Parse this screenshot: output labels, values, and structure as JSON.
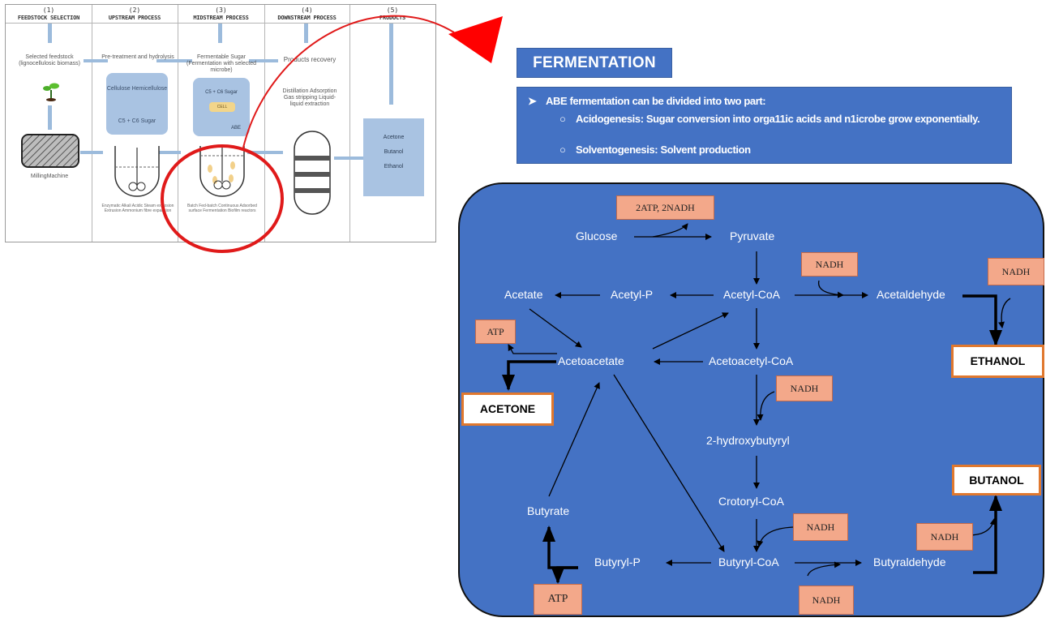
{
  "process": {
    "columns": [
      {
        "num": "(1)",
        "title": "FEEDSTOCK SELECTION"
      },
      {
        "num": "(2)",
        "title": "UPSTREAM PROCESS"
      },
      {
        "num": "(3)",
        "title": "MIDSTREAM PROCESS"
      },
      {
        "num": "(4)",
        "title": "DOWNSTREAM PROCESS"
      },
      {
        "num": "(5)",
        "title": "PRODUCTS"
      }
    ],
    "feedstock_label": "Selected feedstock (lignocellulosic biomass)",
    "milling_label": "MillingMachine",
    "pretreatment_label": "Pre-treatment and hydrolysis",
    "cellulose_text": "Cellulose Hemicellulose",
    "sugar_text": "C5 + C6 Sugar",
    "upstream_methods": "Enzymatic Alkali Acidic Steam explosion Extrusion Ammonium fibre expansion",
    "fermentable_label": "Fermentable Sugar (Fermentation with selected microbe)",
    "mid_sugar_text": "C5 + C6 Sugar",
    "cell_text": "CELL",
    "abe_text": "ABE",
    "midstream_methods": "Batch Fed-batch Continuous Adsorbed surface Fermentation Biofilm reactors",
    "recovery_label": "Products recovery",
    "downstream_methods": "Distillation Adsorption Gas stripping Liquid-liquid extraction",
    "products": [
      "Acetone",
      "Butanol",
      "Ethanol"
    ]
  },
  "fermentation": {
    "title": "FERMENTATION",
    "intro": "ABE fermentation can be divided into two part:",
    "bullet1": "Acidogenesis: Sugar conversion into orga11ic acids and n1icrobe grow exponentially.",
    "bullet2": "Solventogenesis: Solvent production"
  },
  "pathway": {
    "nodes": {
      "glucose": "Glucose",
      "pyruvate": "Pyruvate",
      "acetate": "Acetate",
      "acetyl_p": "Acetyl-P",
      "acetyl_coa": "Acetyl-CoA",
      "acetaldehyde": "Acetaldehyde",
      "acetoacetate": "Acetoacetate",
      "acetoacetyl_coa": "Acetoacetyl-CoA",
      "hydroxybutyryl": "2-hydroxybutyryl",
      "crotoryl_coa": "Crotoryl-CoA",
      "butyrate": "Butyrate",
      "butyryl_p": "Butyryl-P",
      "butyryl_coa": "Butyryl-CoA",
      "butyraldehyde": "Butyraldehyde"
    },
    "cofactors": {
      "atp_nadh": "2ATP, 2NADH",
      "nadh1": "NADH",
      "nadh2": "NADH",
      "atp1": "ATP",
      "nadh3": "NADH",
      "nadh4": "NADH",
      "nadh5": "NADH",
      "nadh6": "NADH",
      "atp2": "ATP"
    },
    "products": {
      "ethanol": "ETHANOL",
      "acetone": "ACETONE",
      "butanol": "BUTANOL"
    }
  },
  "colors": {
    "panel_blue": "#4472c4",
    "cofactor_fill": "#f3a88a",
    "product_border": "#e0782e",
    "highlight_red": "#e01a1a"
  }
}
